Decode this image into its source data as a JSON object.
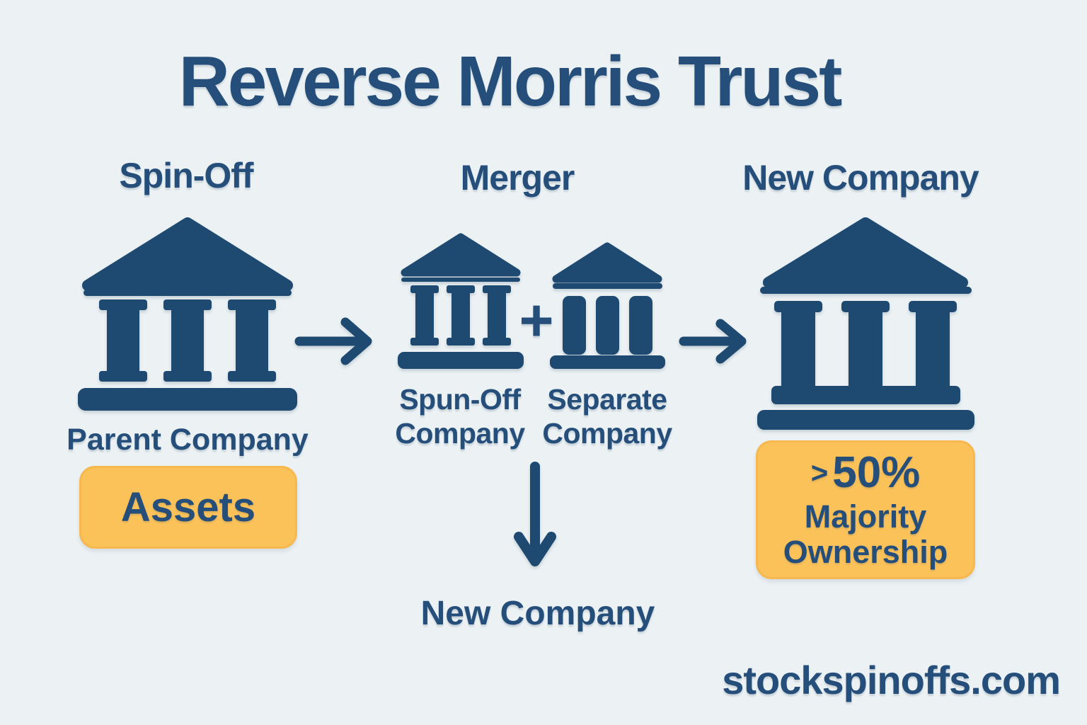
{
  "colors": {
    "bg": "#ECF2F4",
    "navy": "#1E4970",
    "text": "#254F7A",
    "yellow": "#FBC25A"
  },
  "title": "Reverse Morris Trust",
  "watermark": "stockspinoffs.com",
  "spin_off": {
    "heading": "Spin-Off",
    "company_label": "Parent Company",
    "assets_badge": "Assets"
  },
  "merger": {
    "heading": "Merger",
    "spun_off_line1": "Spun-Off",
    "spun_off_line2": "Company",
    "plus": "+",
    "separate_line1": "Separate",
    "separate_line2": "Company",
    "result_label": "New Company"
  },
  "new_company": {
    "heading": "New Company",
    "ownership_gt": ">",
    "ownership_pct": "50%",
    "ownership_line2": "Majority",
    "ownership_line3": "Ownership"
  }
}
